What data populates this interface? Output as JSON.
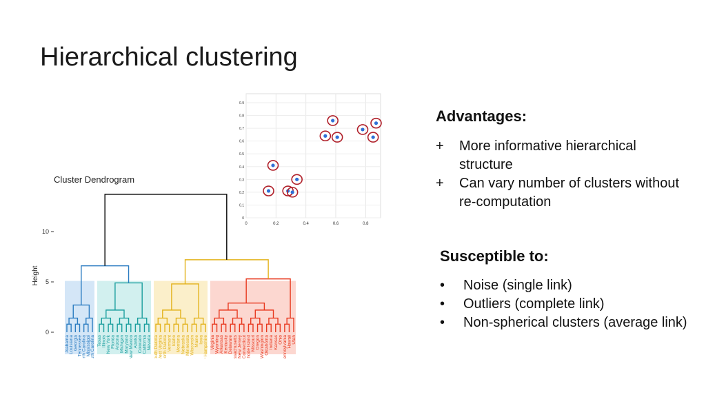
{
  "slide": {
    "title": "Hierarchical clustering"
  },
  "advantages": {
    "heading": "Advantages:",
    "marker": "+",
    "items": [
      "More informative hierarchical structure",
      "Can vary number of clusters without re-computation"
    ]
  },
  "susceptible": {
    "heading": "Susceptible to:",
    "marker": "•",
    "items": [
      "Noise (single link)",
      "Outliers (complete link)",
      "Non-spherical clusters (average link)"
    ]
  },
  "dendrogram": {
    "title": "Cluster Dendrogram",
    "ylabel": "Height",
    "yticks": [
      "10",
      "5",
      "0"
    ],
    "colors": {
      "root": "#000000",
      "blue": "#2b7cc1",
      "teal": "#1a9e9e",
      "yellow": "#e3b21b",
      "red": "#e8391f"
    },
    "leaves": {
      "blue": [
        "Alabama",
        "Louisiana",
        "Georgia",
        "Tennessee",
        "North Carolina",
        "Mississippi",
        "South Carolina"
      ],
      "teal": [
        "Texas",
        "Illinois",
        "New York",
        "Florida",
        "Arizona",
        "Michigan",
        "Maryland",
        "New Mexico",
        "Alaska",
        "Colorado",
        "California",
        "Nevada"
      ],
      "yellow": [
        "South Dakota",
        "West Virginia",
        "North Dakota",
        "Vermont",
        "Idaho",
        "Montana",
        "Nebraska",
        "Minnesota",
        "Wisconsin",
        "Maine",
        "Iowa",
        "New Hampshire"
      ],
      "red": [
        "Virginia",
        "Wyoming",
        "Arkansas",
        "Kentucky",
        "Delaware",
        "Massachusetts",
        "New Jersey",
        "Connecticut",
        "Rhode Island",
        "Missouri",
        "Oregon",
        "Washington",
        "Oklahoma",
        "Indiana",
        "Kansas",
        "Ohio",
        "Pennsylvania",
        "Hawaii",
        "Utah"
      ]
    }
  },
  "scatter": {
    "xticks": [
      "0",
      "0.2",
      "0.4",
      "0.6",
      "0.8"
    ],
    "yticks": [
      "0.9",
      "0.8",
      "0.7",
      "0.6",
      "0.5",
      "0.4",
      "0.3",
      "0.2",
      "0.1",
      "0"
    ],
    "point_color": "#2f6fd6",
    "ring_color": "#b0202a",
    "points": [
      {
        "x": 0.15,
        "y": 0.21
      },
      {
        "x": 0.18,
        "y": 0.41
      },
      {
        "x": 0.28,
        "y": 0.21
      },
      {
        "x": 0.31,
        "y": 0.2
      },
      {
        "x": 0.34,
        "y": 0.3
      },
      {
        "x": 0.53,
        "y": 0.64
      },
      {
        "x": 0.58,
        "y": 0.76
      },
      {
        "x": 0.61,
        "y": 0.63
      },
      {
        "x": 0.78,
        "y": 0.69
      },
      {
        "x": 0.85,
        "y": 0.63
      },
      {
        "x": 0.87,
        "y": 0.74
      }
    ]
  }
}
